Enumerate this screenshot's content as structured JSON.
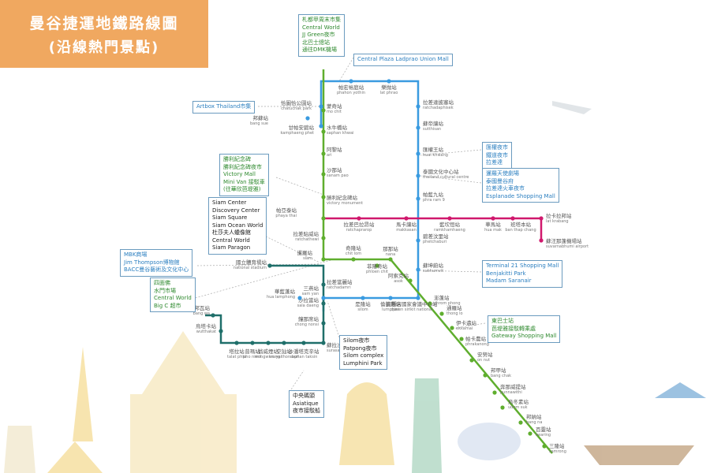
{
  "title": {
    "line1": "曼谷捷運地鐵路線圖",
    "line2": "(沿線熱門景點)"
  },
  "colors": {
    "sukhumvit": "#5fae2e",
    "silom": "#1f6f6a",
    "mrt": "#3a9be0",
    "airport_link": "#d0186d",
    "title_bg": "#f0a860",
    "box_border": "#6b9bbf"
  },
  "lines": {
    "sukhumvit": [
      {
        "cn": "蒙奇站",
        "en": "mo chit"
      },
      {
        "cn": "水牛橋站",
        "en": "saphan khwai"
      },
      {
        "cn": "阿黎站",
        "en": "ari"
      },
      {
        "cn": "沙那站",
        "en": "sanam pao"
      },
      {
        "cn": "勝利紀念碑站",
        "en": "victory monument"
      },
      {
        "cn": "帕亞泰站",
        "en": "phaya thai"
      },
      {
        "cn": "拉差貼威站",
        "en": "ratchathewi"
      },
      {
        "cn": "暹羅站",
        "en": "siam"
      },
      {
        "cn": "奇隆站",
        "en": "chit lom"
      },
      {
        "cn": "菲隆奇站",
        "en": "phloen chit"
      },
      {
        "cn": "那那站",
        "en": "nana"
      },
      {
        "cn": "阿索克站",
        "en": "asok"
      },
      {
        "cn": "澎蓬站",
        "en": "phrom phong"
      },
      {
        "cn": "通羅站",
        "en": "thong lo"
      },
      {
        "cn": "伊卡邁站",
        "en": "ekkamai"
      },
      {
        "cn": "帕卡農站",
        "en": "phrakanong"
      },
      {
        "cn": "安努站",
        "en": "on nut"
      },
      {
        "cn": "邦甲站",
        "en": "bang chak"
      },
      {
        "cn": "奔那威提站",
        "en": "punnawithi"
      },
      {
        "cn": "烏冬素站",
        "en": "udom suk"
      },
      {
        "cn": "邦納站",
        "en": "bang na"
      },
      {
        "cn": "百靈站",
        "en": "bearing"
      },
      {
        "cn": "三隆站",
        "en": "samrong"
      }
    ],
    "silom": [
      {
        "cn": "國立體育場站",
        "en": "national stadium"
      },
      {
        "cn": "拉差當麗站",
        "en": "ratchadamri"
      },
      {
        "cn": "沙拉當站",
        "en": "sala daeng"
      },
      {
        "cn": "鐘那席站",
        "en": "chong nonsi"
      },
      {
        "cn": "蘇拉沙站",
        "en": "surasak"
      },
      {
        "cn": "沙潘塔克辛站",
        "en": "saphan taksin"
      },
      {
        "cn": "空訕站",
        "en": "krung thon buri"
      },
      {
        "cn": "翁威煙站",
        "en": "wongwian yai"
      },
      {
        "cn": "普瑪站",
        "en": "pho nimit"
      },
      {
        "cn": "塔拉站",
        "en": "talat phlu"
      },
      {
        "cn": "烏塔卡站",
        "en": "wutthakat"
      },
      {
        "cn": "邦瓦站",
        "en": "bang wa"
      }
    ],
    "mrt": [
      {
        "cn": "恰圖恰公園站",
        "en": "chatuchak park"
      },
      {
        "cn": "甘帕安碧站",
        "en": "kamphaeng phet"
      },
      {
        "cn": "邦蘇站",
        "en": "bang sue"
      },
      {
        "cn": "帕宏裕庭站",
        "en": "phahon yothin"
      },
      {
        "cn": "樂抛站",
        "en": "lat phrao"
      },
      {
        "cn": "拉差達披塞站",
        "en": "ratchadaphisek"
      },
      {
        "cn": "蘇帝讓站",
        "en": "sutthisan"
      },
      {
        "cn": "匯權王站",
        "en": "huai khwang"
      },
      {
        "cn": "泰國文化中心站",
        "en": "thailand cultural centre"
      },
      {
        "cn": "帕藍九站",
        "en": "phra ram 9"
      },
      {
        "cn": "碧差汶里站",
        "en": "phetchaburi"
      },
      {
        "cn": "蘇坤蔚站",
        "en": "sukhumvit"
      },
      {
        "cn": "詩麗吉國家會議中心站",
        "en": "queen sirikit national"
      },
      {
        "cn": "倫披尼站",
        "en": "lumphini"
      },
      {
        "cn": "是隆站",
        "en": "silom"
      },
      {
        "cn": "三燕站",
        "en": "sam yan"
      },
      {
        "cn": "華藍蓬站",
        "en": "hua lamphong"
      }
    ],
    "airport_link": [
      {
        "cn": "拉差巴拉昂站",
        "en": "ratchaprarop"
      },
      {
        "cn": "馬卡讓站",
        "en": "makkasan"
      },
      {
        "cn": "藍坎恒站",
        "en": "ramkhamhaeng"
      },
      {
        "cn": "華馬站",
        "en": "hua mak"
      },
      {
        "cn": "班塔本站",
        "en": "ban thap chang"
      },
      {
        "cn": "拉卡拉邦站",
        "en": "lat krabang"
      },
      {
        "cn": "蘇汪那蓬機場站",
        "en": "suvarnabhumi airport"
      }
    ]
  },
  "info_boxes": [
    {
      "id": "mochit",
      "items": [
        "札都甲周末市集",
        "Central World",
        "JJ Green夜市",
        "北巴士總站",
        "通往DMK機場"
      ]
    },
    {
      "id": "ladprao",
      "items": [
        "Central Plaza Ladprao Union Mall"
      ]
    },
    {
      "id": "artbox",
      "items": [
        "Artbox Thailand市集"
      ]
    },
    {
      "id": "victory",
      "items": [
        "勝利紀念碑",
        "勝利紀念碑夜市",
        "Victory Mall",
        "Mini Van 接駁車",
        "(往華欣芭堤雅)"
      ]
    },
    {
      "id": "siam",
      "items": [
        "Siam Center",
        "Discovery Center",
        "Siam Square",
        "Siam Ocean World",
        "杜莎夫人蠟像館",
        "Central World",
        "Siam Paragon"
      ]
    },
    {
      "id": "mbk",
      "items": [
        "MBK商場",
        "Jim Thompson博物館",
        "BACC曼谷藝術及文化中心"
      ]
    },
    {
      "id": "chitlom",
      "items": [
        "四面佛",
        "水門市場",
        "Central World",
        "Big C 超市"
      ]
    },
    {
      "id": "huaikhwang",
      "items": [
        "匯權夜市",
        "鐵道夜市",
        "拉差達"
      ]
    },
    {
      "id": "cultural",
      "items": [
        "暹羅天使劇場",
        "泰國曼谷府",
        "拉差達火車夜市",
        "Esplanade Shopping Mall"
      ]
    },
    {
      "id": "asok",
      "items": [
        "Terminal 21 Shopping Mall",
        "Benjakitti Park",
        "Madam Saranair"
      ]
    },
    {
      "id": "ekkamai",
      "items": [
        "東巴士站",
        "芭堤雅接駁轉乘處",
        "Gateway Shopping Mall"
      ]
    },
    {
      "id": "silom",
      "items": [
        "Silom夜市",
        "Patpong夜市",
        "Silom complex",
        "Lumphini Park"
      ]
    },
    {
      "id": "saphantaksin",
      "items": [
        "中央碼頭",
        "Asiatique",
        "夜市接駁船"
      ]
    }
  ]
}
